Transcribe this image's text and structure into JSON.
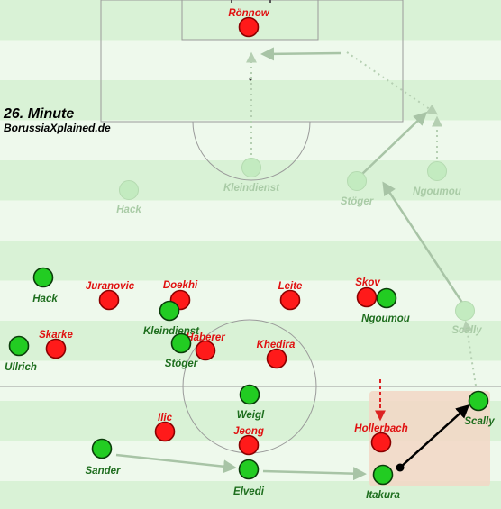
{
  "caption": {
    "minute": "26. Minute",
    "source": "BorussiaXplained.de"
  },
  "colors": {
    "stripe_light": "#eef9ec",
    "stripe_dark": "#d9f2d6",
    "red_team": "#ff1a1a",
    "green_team": "#22cc22",
    "red_label": "#e01010",
    "green_label": "#1e6e1e",
    "ghost_fill": "#c3ebc0",
    "ghost_label": "#a9cba6",
    "highlight_box": "#f2d7c6"
  },
  "players": [
    {
      "id": "ronnow",
      "team": "red",
      "label": "Rönnow"
    },
    {
      "id": "kleindienst-ghost",
      "team": "ghost",
      "label": "Kleindienst"
    },
    {
      "id": "stoger-ghost",
      "team": "ghost",
      "label": "Stöger"
    },
    {
      "id": "ngoumou-ghost",
      "team": "ghost",
      "label": "Ngoumou"
    },
    {
      "id": "hack-ghost",
      "team": "ghost",
      "label": "Hack"
    },
    {
      "id": "scally-ghost",
      "team": "ghost",
      "label": "Scally"
    },
    {
      "id": "hack",
      "team": "green",
      "label": "Hack"
    },
    {
      "id": "juranovic",
      "team": "red",
      "label": "Juranovic"
    },
    {
      "id": "doekhi",
      "team": "red",
      "label": "Doekhi"
    },
    {
      "id": "leite",
      "team": "red",
      "label": "Leite"
    },
    {
      "id": "skov",
      "team": "red",
      "label": "Skov"
    },
    {
      "id": "ngoumou",
      "team": "green",
      "label": "Ngoumou"
    },
    {
      "id": "kleindienst",
      "team": "green",
      "label": "Kleindienst"
    },
    {
      "id": "skarke",
      "team": "red",
      "label": "Skarke"
    },
    {
      "id": "haberer",
      "team": "red",
      "label": "Haberer"
    },
    {
      "id": "khedira",
      "team": "red",
      "label": "Khedira"
    },
    {
      "id": "ullrich",
      "team": "green",
      "label": "Ullrich"
    },
    {
      "id": "stoger",
      "team": "green",
      "label": "Stöger"
    },
    {
      "id": "weigl",
      "team": "green",
      "label": "Weigl"
    },
    {
      "id": "ilic",
      "team": "red",
      "label": "Ilic"
    },
    {
      "id": "jeong",
      "team": "red",
      "label": "Jeong"
    },
    {
      "id": "hollerbach",
      "team": "red",
      "label": "Hollerbach"
    },
    {
      "id": "scally",
      "team": "green",
      "label": "Scally"
    },
    {
      "id": "sander",
      "team": "green",
      "label": "Sander"
    },
    {
      "id": "elvedi",
      "team": "green",
      "label": "Elvedi"
    },
    {
      "id": "itakura",
      "team": "green",
      "label": "Itakura"
    }
  ]
}
